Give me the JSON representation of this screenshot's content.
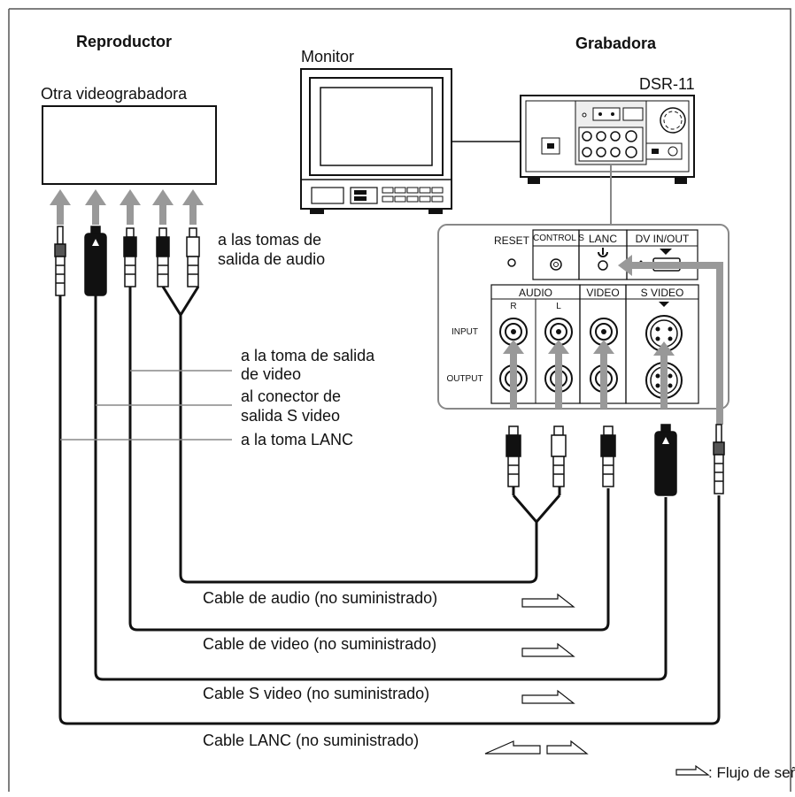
{
  "labels": {
    "player_heading": "Reproductor",
    "recorder_heading": "Grabadora",
    "monitor": "Monitor",
    "other_vcr": "Otra videograbadora",
    "model": "DSR-11",
    "audio_out_line1": "a las tomas de",
    "audio_out_line2": "salida de audio",
    "video_out_line1": "a la toma de salida",
    "video_out_line2": "de video",
    "svideo_out_line1": "al conector de",
    "svideo_out_line2": "salida S video",
    "lanc_jack": "a la toma LANC",
    "audio_cable": "Cable de audio (no suministrado)",
    "video_cable": "Cable de video (no suministrado)",
    "svideo_cable": "Cable S video (no suministrado)",
    "lanc_cable": "Cable LANC (no suministrado)",
    "legend": ": Flujo de señales"
  },
  "panel": {
    "reset": "RESET",
    "control_s": "CONTROL S",
    "lanc": "LANC",
    "dv_inout": "DV IN/OUT",
    "audio": "AUDIO",
    "video": "VIDEO",
    "svideo": "S VIDEO",
    "r": "R",
    "l": "L",
    "input": "INPUT",
    "output": "OUTPUT"
  }
}
